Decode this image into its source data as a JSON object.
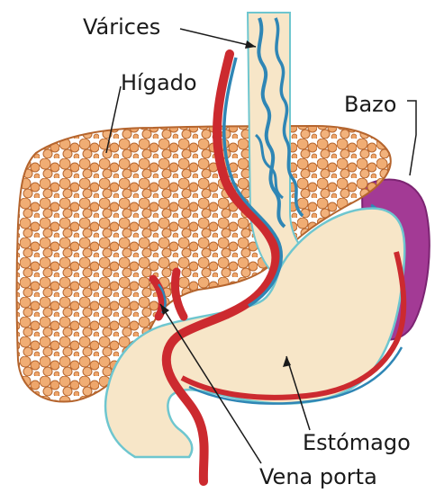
{
  "labels": {
    "varices": "Várices",
    "liver": "Hígado",
    "spleen": "Bazo",
    "stomach": "Estómago",
    "portal_vein": "Vena porta"
  },
  "colors": {
    "liver": "#e3955a",
    "liver_nodule": "#f0ad74",
    "liver_outline": "#b5652e",
    "stomach": "#f7e6c8",
    "stomach_outline": "#6ec6cf",
    "spleen": "#a33a95",
    "vein_red": "#cc2a2f",
    "vein_blue": "#2f86b5",
    "esophagus": "#f7e6c8"
  }
}
